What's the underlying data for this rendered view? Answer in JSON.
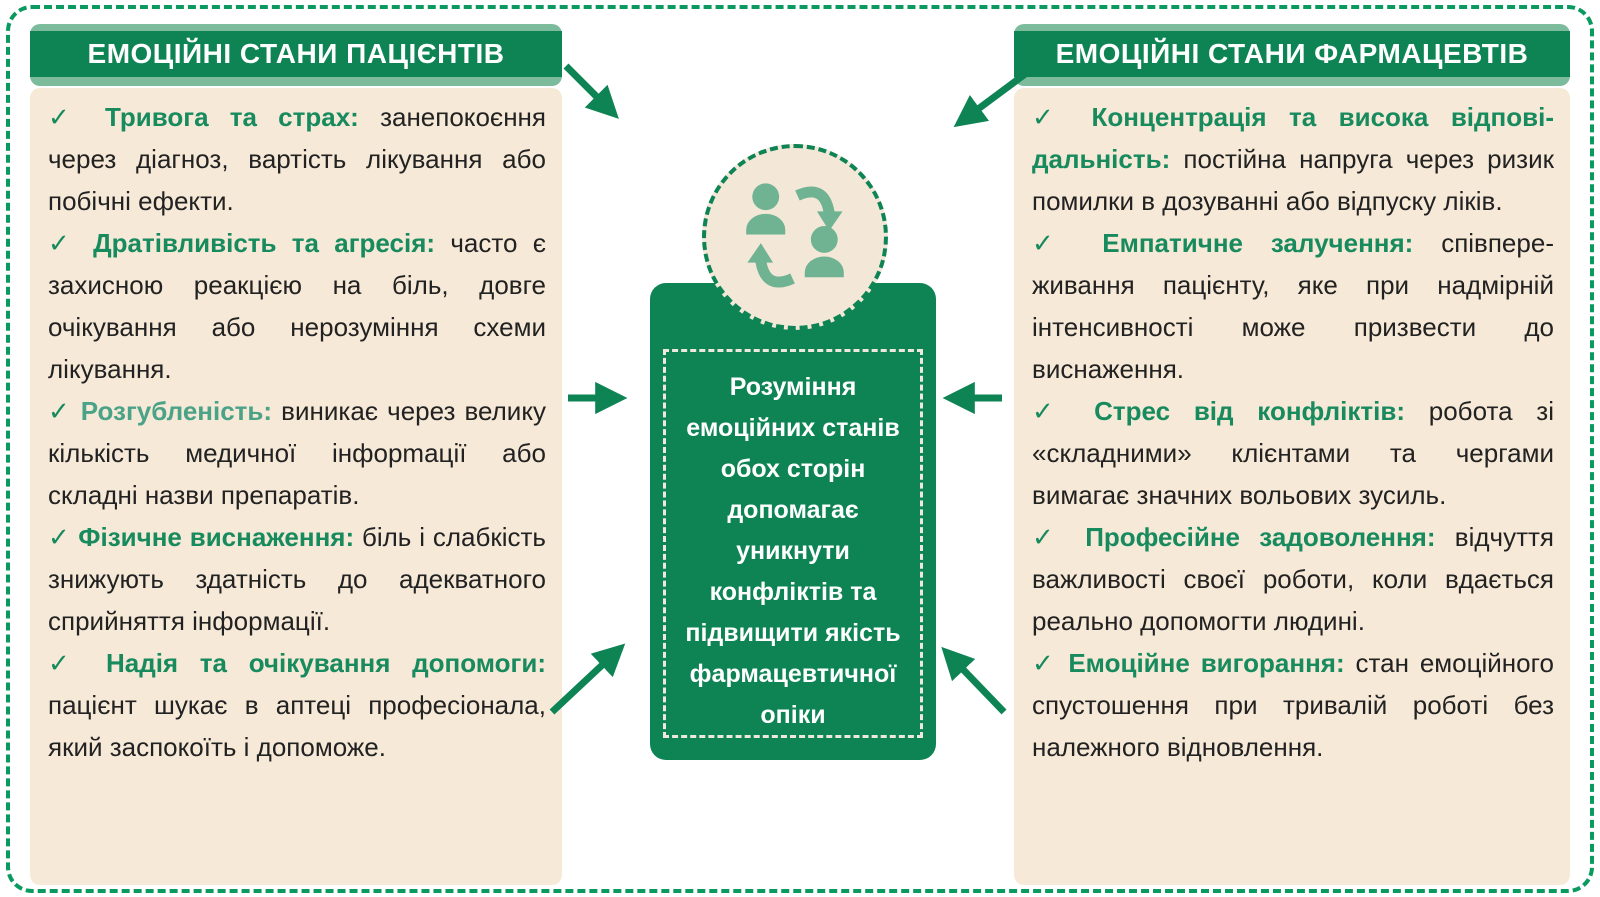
{
  "colors": {
    "dark_green": "#0e8455",
    "light_green_band": "#7cbc9d",
    "icon_green": "#6fb392",
    "panel_beige": "#f6e9d8",
    "label_green": "#178a5e",
    "label_green_soft": "#4aa287",
    "body_text": "#222222",
    "outer_dash_green": "#0a9a60",
    "white": "#ffffff"
  },
  "glyphs": {
    "check": "✓"
  },
  "left_panel": {
    "title": "ЕМОЦІЙНІ СТАНИ ПАЦІЄНТІВ",
    "items": [
      {
        "label": "Тривога та страх:",
        "text": "занепокоєння через діагноз, вартість лікування або побічні ефекти."
      },
      {
        "label": "Дратівливість та агресія:",
        "text": "часто є захисною реакцією на біль, довге очікування або нерозуміння схеми лікування."
      },
      {
        "label": "Розгубленість:",
        "text": "виникає через велику кількість медичної інфор­mації або складні назви препара­тів."
      },
      {
        "label": "Фізичне виснаження:",
        "text": "біль і слабкість знижують здатність до адекватного сприйняття інформа­ції."
      },
      {
        "label": "Надія та очікування допомоги:",
        "text": "пацієнт шукає в аптеці професіо­нала, який заспокоїть і допоможе."
      }
    ]
  },
  "right_panel": {
    "title": "ЕМОЦІЙНІ СТАНИ ФАРМАЦЕВТІВ",
    "items": [
      {
        "label": "Концентрація та висока відпові­дальність:",
        "text": "постійна напруга через ризик помилки в дозуванні або від­пуску ліків."
      },
      {
        "label": "Емпатичне залучення:",
        "text": "співпере­живання пацієнту, яке при надмірній інтенсивності може призвести до виснаження."
      },
      {
        "label": "Стрес від конфліктів:",
        "text": "робота зі «складними» клієнтами та чергами вимагає значних вольових зусиль."
      },
      {
        "label": "Професійне задоволення:",
        "text": "від­чуття важливості своєї роботи, коли вдається реально допомогти люди­ні."
      },
      {
        "label": "Емоційне вигорання:",
        "text": "стан емо­ційного спустошення при тривалій роботі без належного відновлення."
      }
    ]
  },
  "center": {
    "message": "Розуміння емоційних станів обох сторін допомагає уникнути конфліктів та підвищити якість фармацевтичної опіки"
  }
}
